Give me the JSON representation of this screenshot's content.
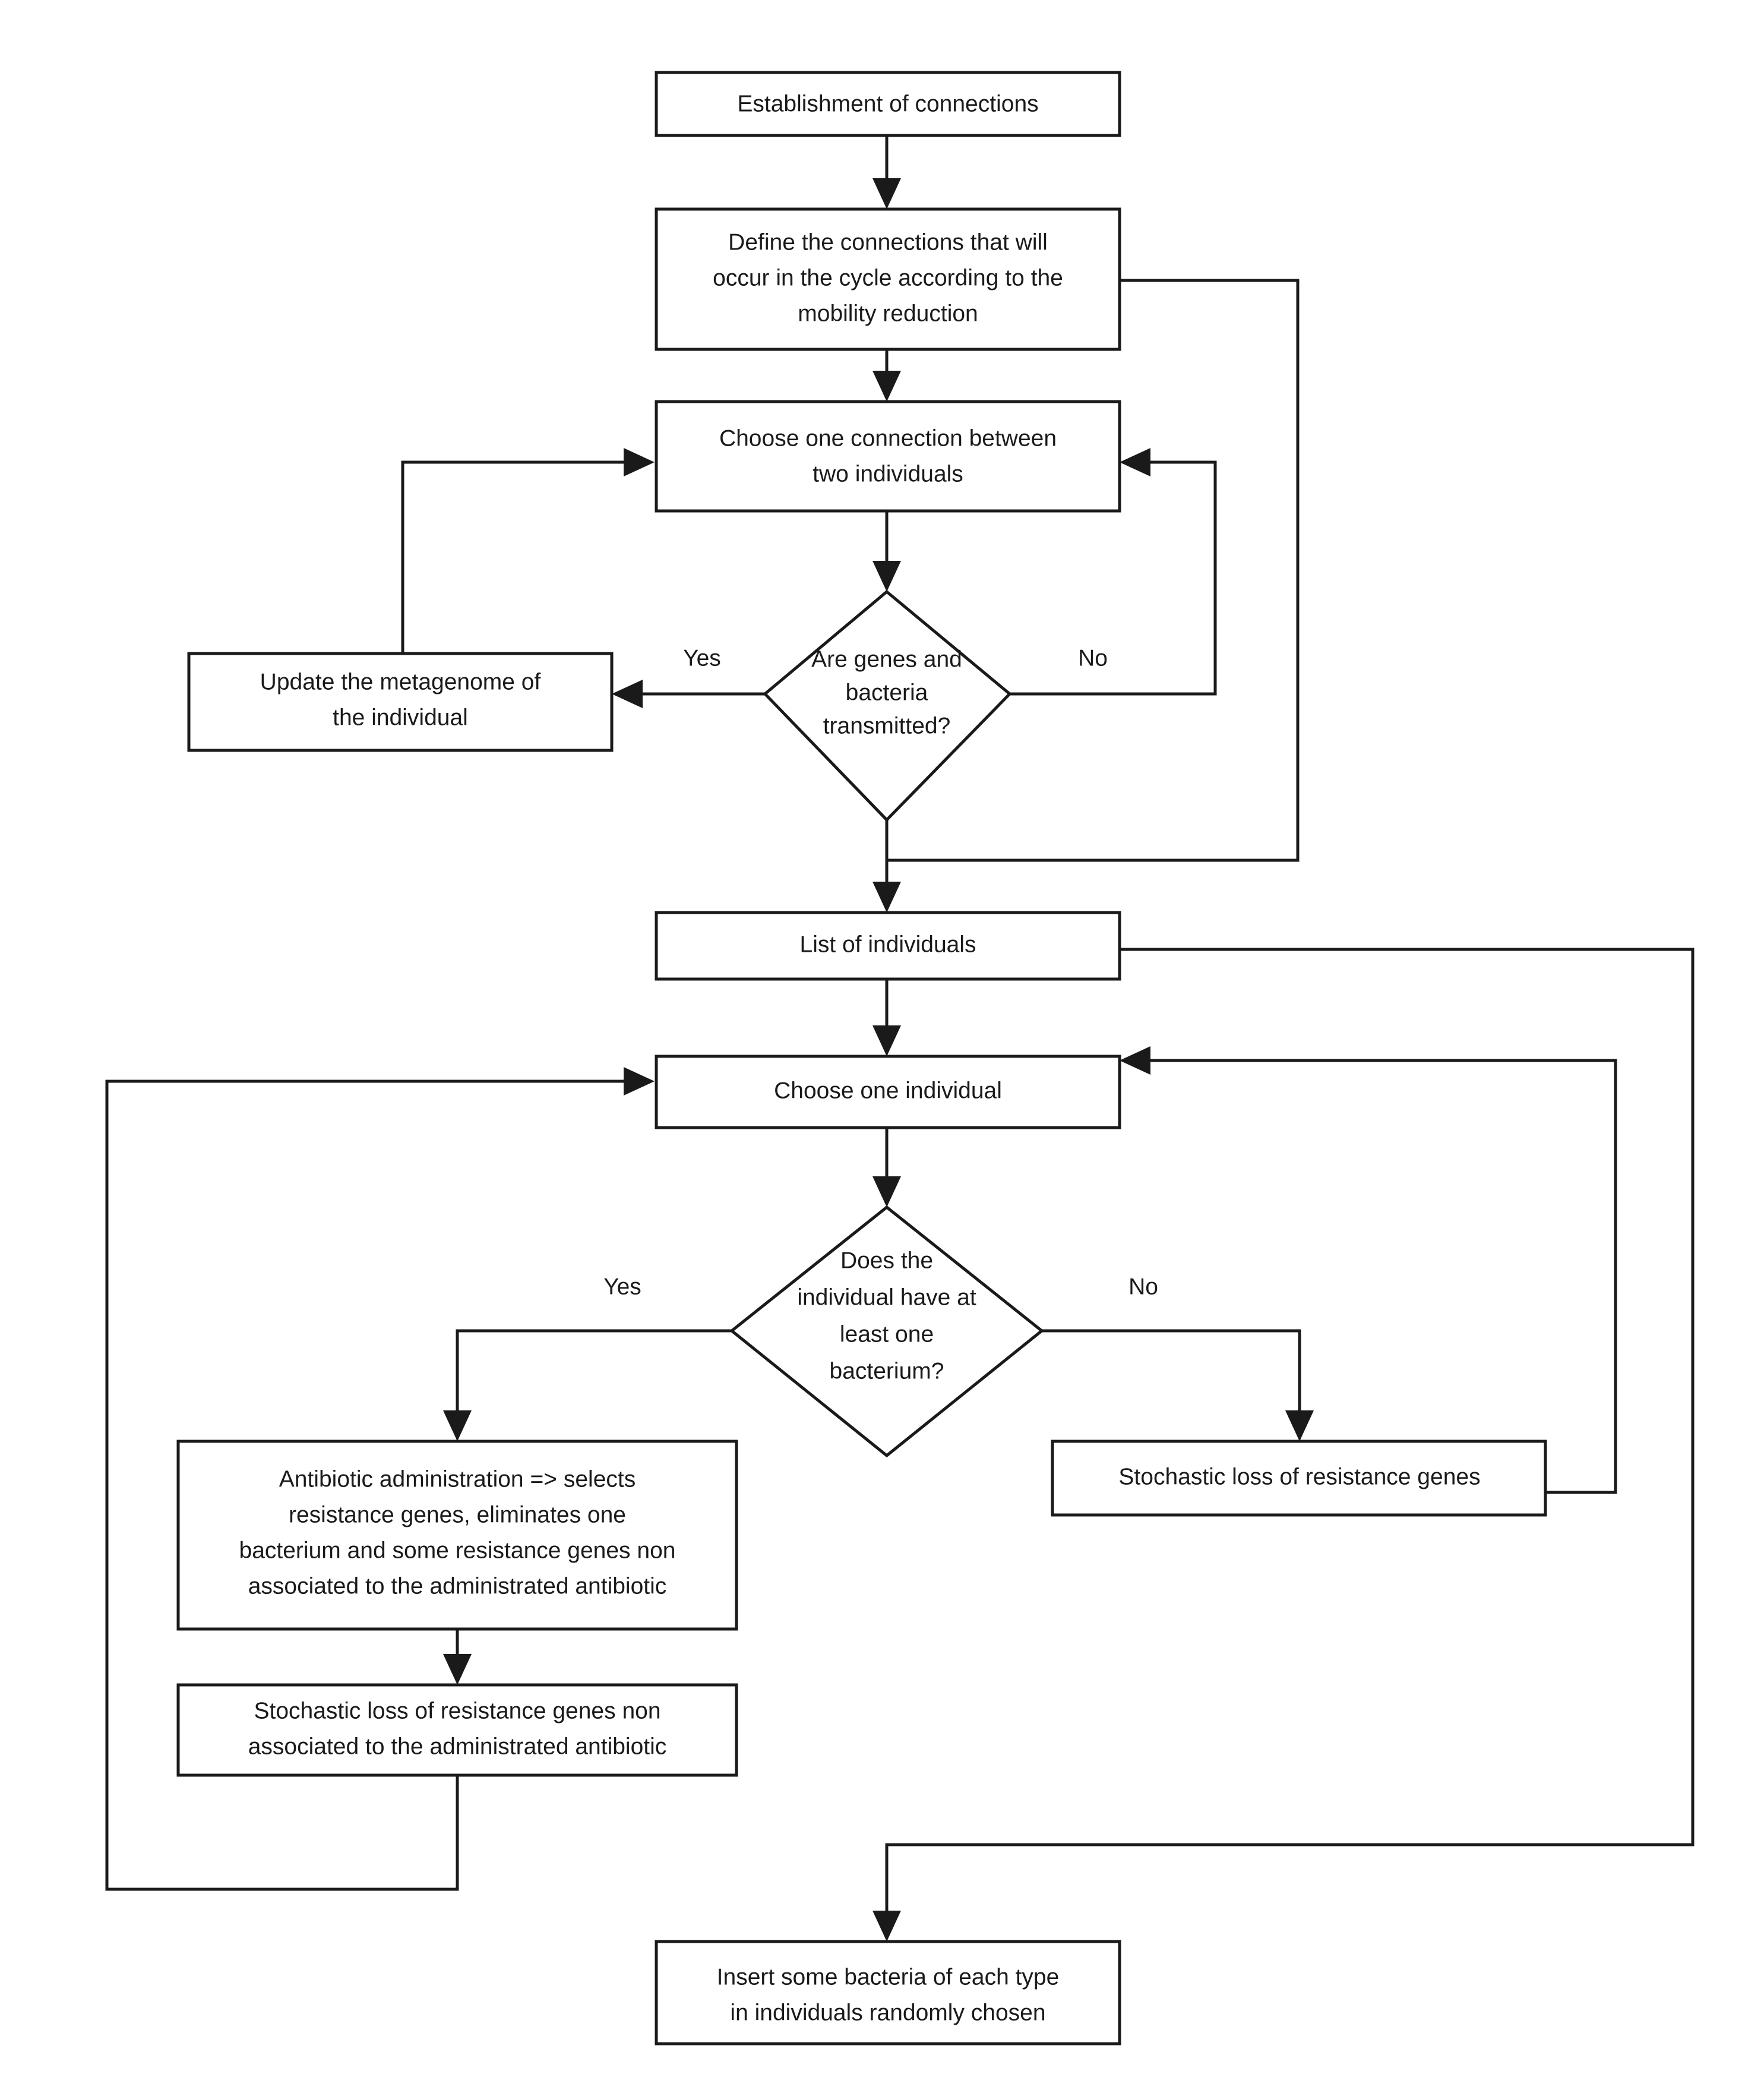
{
  "diagram": {
    "type": "flowchart",
    "title": "Simulation cycle flowchart",
    "background_color": "#ffffff",
    "line_color": "#1a1a1a",
    "text_color": "#1a1a1a"
  },
  "nodes": {
    "establishment": {
      "shape": "process",
      "lines": [
        "Establishment of connections"
      ]
    },
    "define_connections": {
      "shape": "process",
      "lines": [
        "Define the connections that will",
        "occur in the cycle according to the",
        "mobility reduction"
      ]
    },
    "choose_connection": {
      "shape": "process",
      "lines": [
        "Choose one connection between",
        "two individuals"
      ]
    },
    "transmit_decision": {
      "shape": "decision",
      "lines": [
        "Are genes and",
        "bacteria",
        "transmitted?"
      ]
    },
    "update_metagenome": {
      "shape": "process",
      "lines": [
        "Update the metagenome of",
        "the individual"
      ]
    },
    "list_individuals": {
      "shape": "process",
      "lines": [
        "List of individuals"
      ]
    },
    "choose_individual": {
      "shape": "process",
      "lines": [
        "Choose one individual"
      ]
    },
    "bacterium_decision": {
      "shape": "decision",
      "lines": [
        "Does the",
        "individual have at",
        "least one",
        "bacterium?"
      ]
    },
    "antibiotic_admin": {
      "shape": "process",
      "lines": [
        "Antibiotic administration => selects",
        "resistance genes, eliminates one",
        "bacterium and some resistance genes non",
        "associated to the administrated antibiotic"
      ]
    },
    "stochastic_loss_non_assoc": {
      "shape": "process",
      "lines": [
        "Stochastic loss of resistance genes non",
        "associated to the administrated antibiotic"
      ]
    },
    "stochastic_loss": {
      "shape": "process",
      "lines": [
        "Stochastic loss of resistance genes"
      ]
    },
    "insert_bacteria": {
      "shape": "process",
      "lines": [
        "Insert some bacteria of each type",
        "in individuals randomly chosen"
      ]
    }
  },
  "edge_labels": {
    "transmit_yes": "Yes",
    "transmit_no": "No",
    "bacterium_yes": "Yes",
    "bacterium_no": "No"
  }
}
